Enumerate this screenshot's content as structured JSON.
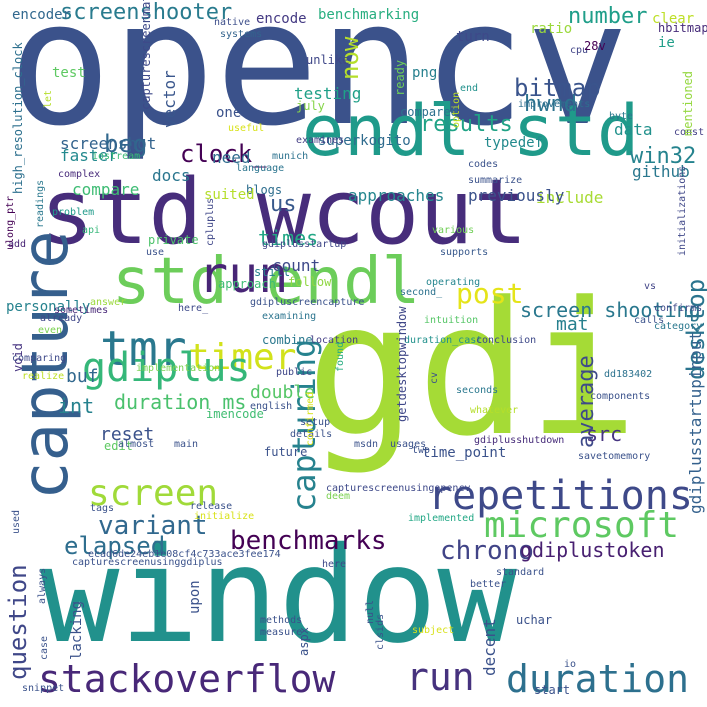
{
  "background": "#ffffff",
  "words": [
    {
      "text": "opencv",
      "color": "#3b528b"
    },
    {
      "text": "std wcout",
      "color": "#472d7b"
    },
    {
      "text": "gdi",
      "color": "#a5db36"
    },
    {
      "text": "window",
      "color": "#21918c"
    },
    {
      "text": "endl std",
      "color": "#1f9a8a"
    },
    {
      "text": "std endl",
      "color": "#6ccd5a"
    },
    {
      "text": "capture",
      "color": "#355f8d"
    },
    {
      "text": "run",
      "color": "#482576"
    },
    {
      "text": "tmr",
      "color": "#2a788e"
    },
    {
      "text": "timer",
      "color": "#d2e21b"
    },
    {
      "text": "post",
      "color": "#e5e419"
    },
    {
      "text": "gdiplus",
      "color": "#35b779"
    },
    {
      "text": "screen",
      "color": "#a0da39"
    },
    {
      "text": "repetitions",
      "color": "#3e4989"
    },
    {
      "text": "microsoft",
      "color": "#5ec962"
    },
    {
      "text": "capturing",
      "color": "#26828e"
    },
    {
      "text": "benchmarks",
      "color": "#440154"
    },
    {
      "text": "stackoverflow",
      "color": "#482878"
    },
    {
      "text": "run",
      "color": "#46327e"
    },
    {
      "text": "duration",
      "color": "#2d708e"
    },
    {
      "text": "variant",
      "color": "#31688e"
    },
    {
      "text": "elapsed",
      "color": "#2e6e8e"
    },
    {
      "text": "chrono",
      "color": "#414487"
    },
    {
      "text": "question",
      "color": "#3f4788"
    },
    {
      "text": "clock_",
      "color": "#440154"
    },
    {
      "text": "beg",
      "color": "#31688e"
    },
    {
      "text": "screenshooter",
      "color": "#297b8e"
    },
    {
      "text": "results",
      "color": "#20a386"
    },
    {
      "text": "number",
      "color": "#1f9e89"
    },
    {
      "text": "hwnd",
      "color": "#2c728e"
    },
    {
      "text": "bitmap",
      "color": "#3a548c"
    },
    {
      "text": "win32",
      "color": "#25838e"
    },
    {
      "text": "now",
      "color": "#b5de2b"
    },
    {
      "text": "screen shooting",
      "color": "#2a788e"
    },
    {
      "text": "desktop",
      "color": "#2b748e"
    },
    {
      "text": "average",
      "color": "#3e4a89"
    },
    {
      "text": "gdiplusstartupinput",
      "color": "#34618d"
    },
    {
      "text": "times",
      "color": "#22a785"
    },
    {
      "text": "us",
      "color": "#38598c"
    },
    {
      "text": "int",
      "color": "#26828e"
    },
    {
      "text": "duration ms",
      "color": "#4ac16d"
    },
    {
      "text": "reset",
      "color": "#3b528b"
    },
    {
      "text": "double",
      "color": "#56c667"
    },
    {
      "text": "src",
      "color": "#463480"
    },
    {
      "text": "mat",
      "color": "#27808e"
    },
    {
      "text": "buf",
      "color": "#31688e"
    },
    {
      "text": "gdiplustoken",
      "color": "#482071"
    },
    {
      "text": "docs",
      "color": "#2a768e"
    },
    {
      "text": "screenshot",
      "color": "#33638d"
    },
    {
      "text": "faster",
      "color": "#23898e"
    },
    {
      "text": "compare",
      "color": "#3ebc74"
    },
    {
      "text": "data",
      "color": "#21918c"
    },
    {
      "text": "github",
      "color": "#2a788e"
    },
    {
      "text": "include",
      "color": "#a8db34"
    },
    {
      "text": "previously",
      "color": "#3b528b"
    },
    {
      "text": "approaches",
      "color": "#24868e"
    },
    {
      "text": "typedef",
      "color": "#238a8d"
    },
    {
      "text": "superkogito",
      "color": "#2f6b8e"
    },
    {
      "text": "testing",
      "color": "#1fa088"
    },
    {
      "text": "need",
      "color": "#2f6c8e"
    },
    {
      "text": "one",
      "color": "#3b528b"
    },
    {
      "text": "vector",
      "color": "#39568c"
    },
    {
      "text": "benchmarking",
      "color": "#28ae80"
    },
    {
      "text": "png",
      "color": "#27808e"
    },
    {
      "text": "encode",
      "color": "#443a83"
    },
    {
      "text": "turn",
      "color": "#3e4989"
    },
    {
      "text": "ie",
      "color": "#1f9e89"
    },
    {
      "text": "clear",
      "color": "#bddf26"
    },
    {
      "text": "hbitmap",
      "color": "#472c7a"
    },
    {
      "text": "ratio",
      "color": "#9bd93c"
    },
    {
      "text": "encoder",
      "color": "#31688e"
    },
    {
      "text": "test",
      "color": "#5ec962"
    },
    {
      "text": "native",
      "color": "#3d4e8a"
    },
    {
      "text": "systems",
      "color": "#33638d"
    },
    {
      "text": "unlike",
      "color": "#3f4788"
    },
    {
      "text": "july",
      "color": "#86d549"
    },
    {
      "text": "compared",
      "color": "#2d708e"
    },
    {
      "text": "end",
      "color": "#21918c"
    },
    {
      "text": "improvements",
      "color": "#2e6f8e"
    },
    {
      "text": "cpu",
      "color": "#414487"
    },
    {
      "text": "28v",
      "color": "#440154"
    },
    {
      "text": "byte",
      "color": "#2a788e"
    },
    {
      "text": "const",
      "color": "#433e85"
    },
    {
      "text": "mentioned",
      "color": "#95d840"
    },
    {
      "text": "ready",
      "color": "#6ece58"
    },
    {
      "text": "capturescreenmat",
      "color": "#3e4989"
    },
    {
      "text": "high_resolution_clock",
      "color": "#2d708e"
    },
    {
      "text": "let",
      "color": "#b5de2b"
    },
    {
      "text": "useful",
      "color": "#d8e219"
    },
    {
      "text": "examines",
      "color": "#433e85"
    },
    {
      "text": "option",
      "color": "#bddf26"
    },
    {
      "text": "munich",
      "color": "#2c728e"
    },
    {
      "text": "iostream",
      "color": "#3aba76"
    },
    {
      "text": "complex",
      "color": "#472a7a"
    },
    {
      "text": "language",
      "color": "#2b748e"
    },
    {
      "text": "blogs",
      "color": "#2e6e8e"
    },
    {
      "text": "codes",
      "color": "#3b528b"
    },
    {
      "text": "summarize",
      "color": "#3b528b"
    },
    {
      "text": "problem",
      "color": "#1f9a8a"
    },
    {
      "text": "suited",
      "color": "#b5de2b"
    },
    {
      "text": "readings",
      "color": "#2a788e"
    },
    {
      "text": "various",
      "color": "#71cf57"
    },
    {
      "text": "supports",
      "color": "#38598c"
    },
    {
      "text": "api",
      "color": "#35b779"
    },
    {
      "text": "private",
      "color": "#4ec36b"
    },
    {
      "text": "cpluplus",
      "color": "#3f4788"
    },
    {
      "text": "gdiplusstartup",
      "color": "#3f4788"
    },
    {
      "text": "ulong_ptr",
      "color": "#440154"
    },
    {
      "text": "add",
      "color": "#482374"
    },
    {
      "text": "use",
      "color": "#3b528b"
    },
    {
      "text": "count",
      "color": "#3e4989"
    },
    {
      "text": "initializations",
      "color": "#3f4788"
    },
    {
      "text": "approach",
      "color": "#3ebc74"
    },
    {
      "text": "still",
      "color": "#27808e"
    },
    {
      "text": "personally",
      "color": "#26828e"
    },
    {
      "text": "follow",
      "color": "#90d743"
    },
    {
      "text": "operating",
      "color": "#25858e"
    },
    {
      "text": "vs",
      "color": "#414487"
    },
    {
      "text": "second_",
      "color": "#2c728e"
    },
    {
      "text": "confirms",
      "color": "#3e4989"
    },
    {
      "text": "answer",
      "color": "#9bd93c"
    },
    {
      "text": "gdipluscreencapture",
      "color": "#3b528b"
    },
    {
      "text": "void",
      "color": "#463480"
    },
    {
      "text": "sometimes",
      "color": "#482878"
    },
    {
      "text": "already",
      "color": "#3f4788"
    },
    {
      "text": "even",
      "color": "#7ad151"
    },
    {
      "text": "here_",
      "color": "#3e4989"
    },
    {
      "text": "examining",
      "color": "#2b748e"
    },
    {
      "text": "calls",
      "color": "#3b528b"
    },
    {
      "text": "category",
      "color": "#2a788e"
    },
    {
      "text": "intuition",
      "color": "#56c667"
    },
    {
      "text": "combine",
      "color": "#2a788e"
    },
    {
      "text": "location",
      "color": "#433e85"
    },
    {
      "text": "duration_cast",
      "color": "#21918c"
    },
    {
      "text": "conclusion",
      "color": "#3e4989"
    },
    {
      "text": "comparing",
      "color": "#3e4989"
    },
    {
      "text": "implementation",
      "color": "#7ad151"
    },
    {
      "text": "public",
      "color": "#3f4788"
    },
    {
      "text": "dd183402",
      "color": "#2c728e"
    },
    {
      "text": "realize",
      "color": "#bddf26"
    },
    {
      "text": "found",
      "color": "#27ad81"
    },
    {
      "text": "cv",
      "color": "#3b528b"
    },
    {
      "text": "seconds",
      "color": "#2a788e"
    },
    {
      "text": "components",
      "color": "#3b528b"
    },
    {
      "text": "english",
      "color": "#3b528b"
    },
    {
      "text": "whatever",
      "color": "#b5de2b"
    },
    {
      "text": "imencode",
      "color": "#40bd72"
    },
    {
      "text": "getdesktopwindow",
      "color": "#3f4788"
    },
    {
      "text": "used",
      "color": "#3b528b"
    },
    {
      "text": "setup",
      "color": "#3b528b"
    },
    {
      "text": "details",
      "color": "#3b528b"
    },
    {
      "text": "gdiplusshutdown",
      "color": "#472c7a"
    },
    {
      "text": "edit",
      "color": "#5ec962"
    },
    {
      "text": "main",
      "color": "#3b528b"
    },
    {
      "text": "almost",
      "color": "#3b528b"
    },
    {
      "text": "future",
      "color": "#3b528b"
    },
    {
      "text": "msdn",
      "color": "#3b528b"
    },
    {
      "text": "usages",
      "color": "#3b528b"
    },
    {
      "text": "two",
      "color": "#3b528b"
    },
    {
      "text": "savetomemory",
      "color": "#3b528b"
    },
    {
      "text": "time_point",
      "color": "#3b528b"
    },
    {
      "text": "confirmed",
      "color": "#d8e219"
    },
    {
      "text": "capturescreenusingopencv",
      "color": "#3e4989"
    },
    {
      "text": "deem",
      "color": "#7ad151"
    },
    {
      "text": "always",
      "color": "#3b528b"
    },
    {
      "text": "release",
      "color": "#3b528b"
    },
    {
      "text": "initialize",
      "color": "#d8e219"
    },
    {
      "text": "tags",
      "color": "#3b528b"
    },
    {
      "text": "implemented",
      "color": "#22a785"
    },
    {
      "text": "capturescreenusinggdiplus",
      "color": "#3b528b"
    },
    {
      "text": "ecad6de24eb1e08cf4c733ace3fee174",
      "color": "#3b528b"
    },
    {
      "text": "case",
      "color": "#3b528b"
    },
    {
      "text": "here",
      "color": "#3e4989"
    },
    {
      "text": "standard",
      "color": "#3b528b"
    },
    {
      "text": "better",
      "color": "#3b528b"
    },
    {
      "text": "upon",
      "color": "#3b528b"
    },
    {
      "text": "lacking",
      "color": "#3b528b"
    },
    {
      "text": "methods",
      "color": "#3b528b"
    },
    {
      "text": "measure",
      "color": "#3b528b"
    },
    {
      "text": "aspx",
      "color": "#3b528b"
    },
    {
      "text": "clsids",
      "color": "#3b528b"
    },
    {
      "text": "null",
      "color": "#3b528b"
    },
    {
      "text": "decent",
      "color": "#3b528b"
    },
    {
      "text": "subject",
      "color": "#d8e219"
    },
    {
      "text": "uchar",
      "color": "#3b528b"
    },
    {
      "text": "io",
      "color": "#3b528b"
    },
    {
      "text": "snippet",
      "color": "#3b528b"
    },
    {
      "text": "start",
      "color": "#3b528b"
    }
  ]
}
